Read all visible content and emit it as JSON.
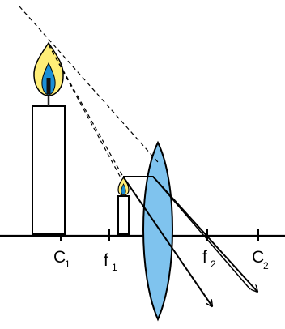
{
  "labels": {
    "c1": "C",
    "c1_sub": "1",
    "f1": "f",
    "f1_sub": "1",
    "f2": "f",
    "f2_sub": "2",
    "c2": "C",
    "c2_sub": "2"
  },
  "colors": {
    "lens": "#7fc3ee",
    "flame_outer": "#ffee77",
    "flame_inner": "#1b8fd6",
    "wick": "#222222",
    "line": "#000000"
  }
}
